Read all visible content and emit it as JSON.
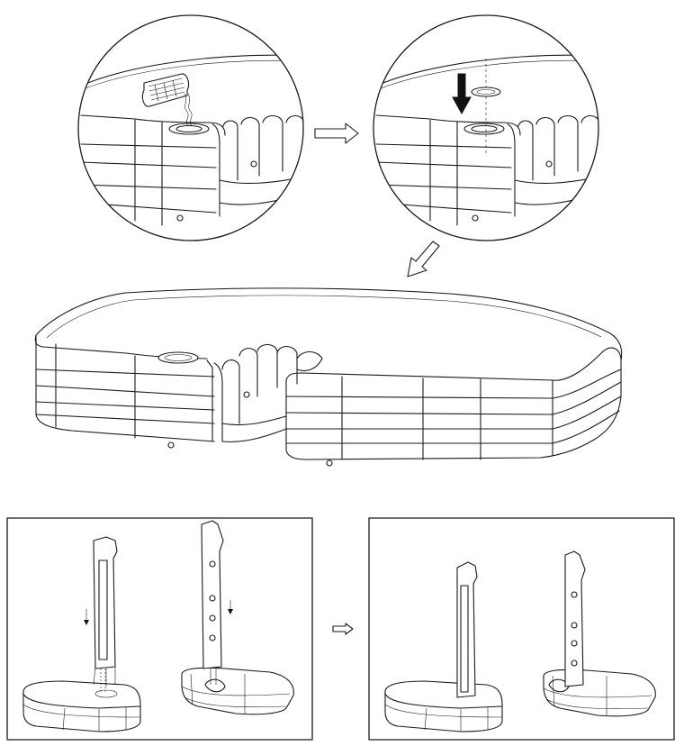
{
  "figure": {
    "steps": [
      {
        "name": "fill-base-with-sand"
      },
      {
        "name": "insert-fill-cap"
      },
      {
        "name": "assembled-base"
      },
      {
        "name": "insert-poles"
      },
      {
        "name": "assembled-stands"
      }
    ],
    "icons": [
      "right-arrow-icon",
      "down-left-arrow-icon",
      "down-arrow-icon"
    ],
    "colors": {
      "line": "#1a1a1a",
      "background": "#ffffff"
    }
  }
}
